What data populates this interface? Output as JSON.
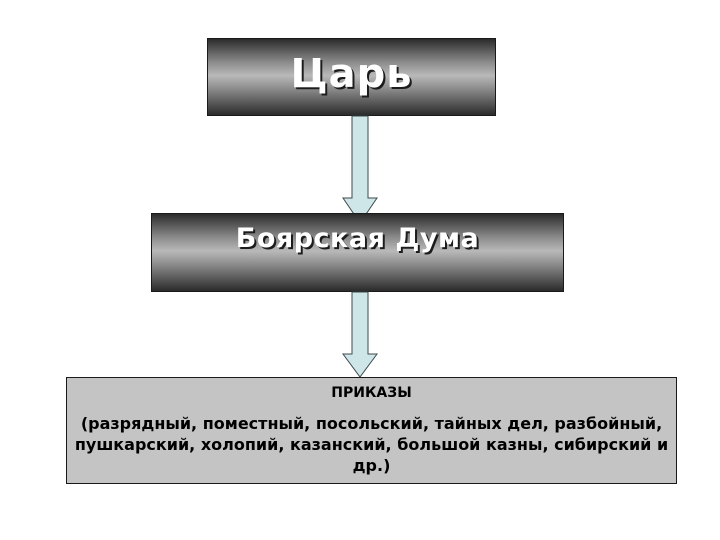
{
  "nodes": {
    "tsar": {
      "label": "Царь"
    },
    "boyar_duma": {
      "label": "Боярская Дума"
    },
    "prikazy": {
      "title": "ПРИКАЗЫ",
      "list": "(разрядный, поместный, посольский, тайных дел, разбойный, пушкарский, холопий, казанский, большой казны, сибирский и др.)"
    }
  },
  "colors": {
    "arrow_fill": "#cfe6e9",
    "arrow_stroke": "#3c4a4c",
    "box_fill": "#c4c4c4",
    "box_border": "#1a1a1a"
  }
}
